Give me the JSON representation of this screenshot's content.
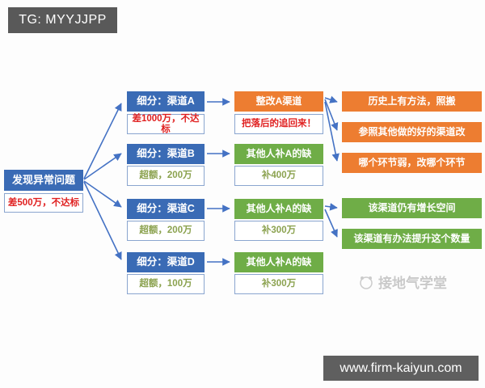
{
  "header": {
    "tag": "TG: MYYJJPP"
  },
  "footer": {
    "url": "www.firm-kaiyun.com"
  },
  "watermark": {
    "label": "接地气学堂",
    "icon": "panda-logo-icon"
  },
  "colors": {
    "node_blue": "#3a6bb5",
    "node_orange": "#ed7d31",
    "node_green": "#6fad47",
    "note_red_text": "#e02020",
    "note_green_text": "#8ba24f",
    "arrow_blue": "#4472c4",
    "bar_gray": "#595959"
  },
  "diagram": {
    "root": {
      "title": "发现异常问题",
      "note": "差500万，不达标"
    },
    "branches": [
      {
        "title": "细分：渠道A",
        "note": "差1000万，不达标",
        "action": {
          "label": "整改A渠道",
          "note": "把落后的追回来！"
        },
        "outcomes": [
          {
            "label": "历史上有方法，照搬"
          },
          {
            "label": "参照其他做的好的渠道改"
          },
          {
            "label": "哪个环节弱，改哪个环节"
          }
        ]
      },
      {
        "title": "细分：渠道B",
        "note": "超额，200万",
        "action": {
          "label": "其他人补A的缺",
          "note": "补400万"
        },
        "outcomes": []
      },
      {
        "title": "细分：渠道C",
        "note": "超额，200万",
        "action": {
          "label": "其他人补A的缺",
          "note": "补300万"
        },
        "outcomes": [
          {
            "label": "该渠道仍有增长空间"
          },
          {
            "label": "该渠道有办法提升这个数量"
          }
        ]
      },
      {
        "title": "细分：渠道D",
        "note": "超额，100万",
        "action": {
          "label": "其他人补A的缺",
          "note": "补300万"
        },
        "outcomes": []
      }
    ]
  }
}
